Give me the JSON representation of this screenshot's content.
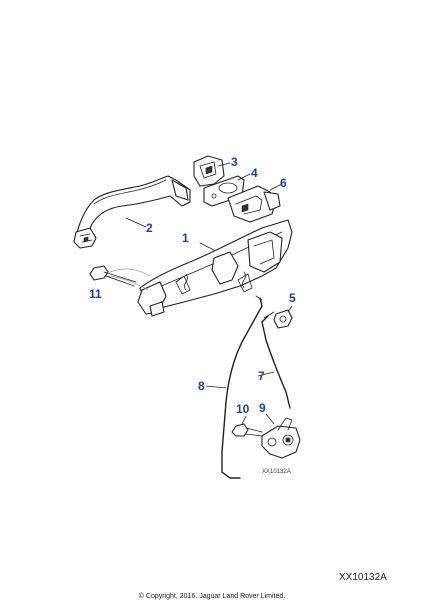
{
  "callouts": [
    {
      "id": "1",
      "label": "1"
    },
    {
      "id": "2",
      "label": "2"
    },
    {
      "id": "3",
      "label": "3"
    },
    {
      "id": "4",
      "label": "4"
    },
    {
      "id": "5",
      "label": "5"
    },
    {
      "id": "6",
      "label": "6"
    },
    {
      "id": "7",
      "label": "7"
    },
    {
      "id": "8",
      "label": "8"
    },
    {
      "id": "9",
      "label": "9"
    },
    {
      "id": "10",
      "label": "10"
    },
    {
      "id": "11",
      "label": "11"
    }
  ],
  "reference_small": "XX10132A",
  "reference_main": "XX10132A",
  "copyright": "© Copyright, 2016. Jaguar Land Rover Limited."
}
